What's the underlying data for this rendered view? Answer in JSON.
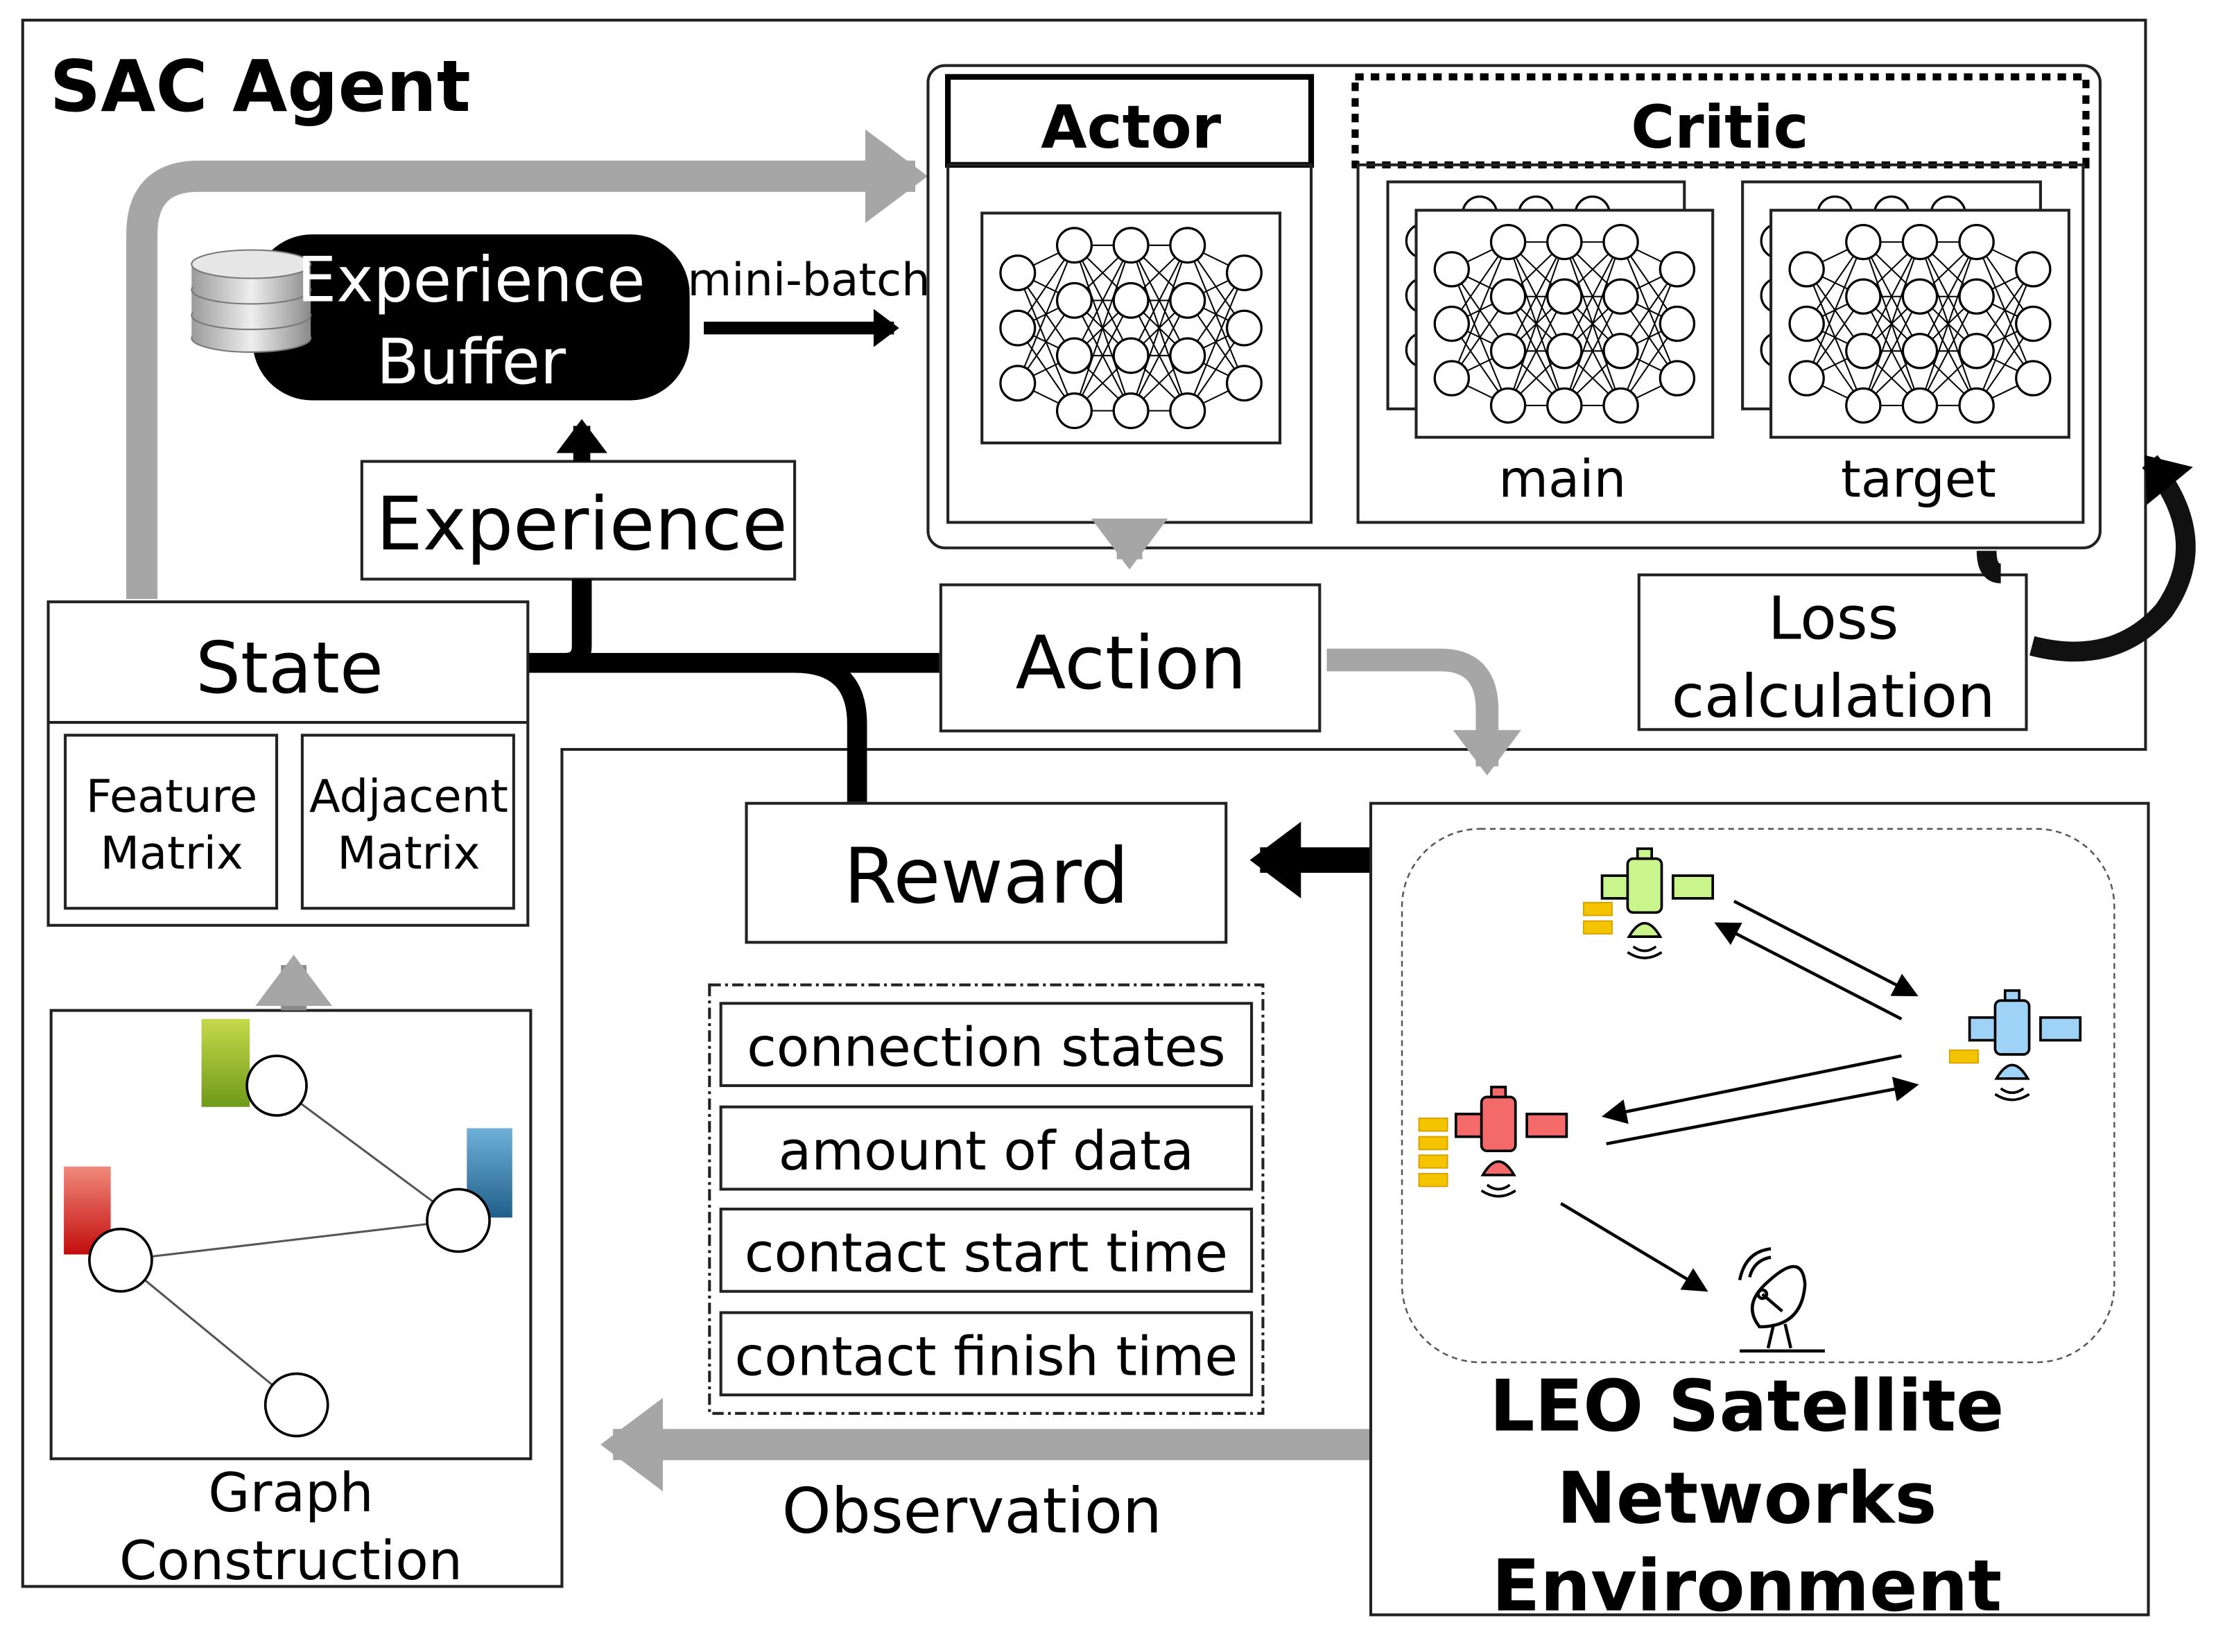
{
  "agent": {
    "title": "SAC Agent"
  },
  "actor": {
    "title": "Actor"
  },
  "critic": {
    "title": "Critic",
    "main_label": "main",
    "target_label": "target"
  },
  "buffer": {
    "line1": "Experience",
    "line2": "Buffer",
    "minibatch_label": "mini-batch"
  },
  "experience": {
    "label": "Experience"
  },
  "state": {
    "title": "State",
    "feature_line1": "Feature",
    "feature_line2": "Matrix",
    "adjacent_line1": "Adjacent",
    "adjacent_line2": "Matrix"
  },
  "action": {
    "label": "Action"
  },
  "loss": {
    "line1": "Loss",
    "line2": "calculation"
  },
  "reward": {
    "label": "Reward"
  },
  "observations": {
    "items": [
      "connection states",
      "amount of data",
      "contact start time",
      "contact finish time"
    ],
    "arrow_label": "Observation"
  },
  "graph": {
    "line1": "Graph",
    "line2": "Construction"
  },
  "environment": {
    "line1": "LEO Satellite",
    "line2": "Networks",
    "line3": "Environment"
  },
  "colors": {
    "gray_arrow": "#a6a6a6",
    "black": "#000000",
    "sat_green": "#c9f58c",
    "sat_blue": "#9ed3f7",
    "sat_red": "#f46a6a",
    "data_block": "#f5c400"
  }
}
